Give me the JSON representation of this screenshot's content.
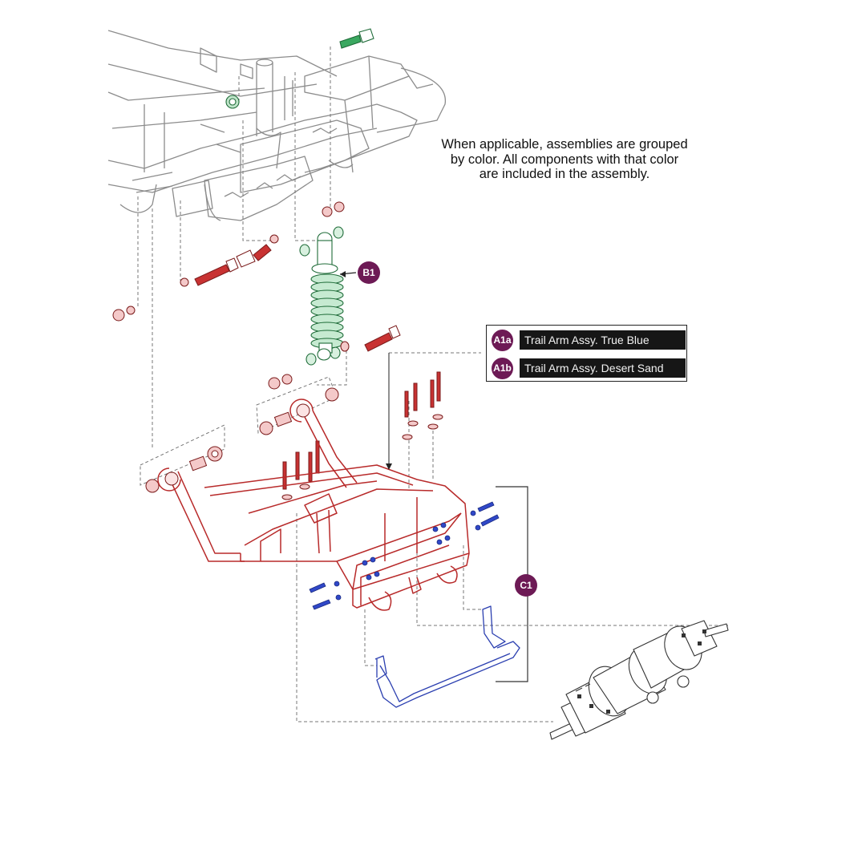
{
  "note": {
    "line1": "When applicable, assemblies are grouped",
    "line2": "by color. All components with that color",
    "line3": "are included in the assembly."
  },
  "legend": [
    {
      "code": "A1a",
      "label": "Trail Arm Assy. True Blue"
    },
    {
      "code": "A1b",
      "label": "Trail Arm Assy. Desert Sand"
    }
  ],
  "callouts": {
    "b1": "B1",
    "c1": "C1"
  },
  "colors": {
    "hardware_green": "#2e9a52",
    "trail_arm_red": "#b82a2a",
    "hardware_blue": "#2b3fb0",
    "callout_purple": "#6d1a55",
    "frame_gray": "#9a9a9a"
  }
}
